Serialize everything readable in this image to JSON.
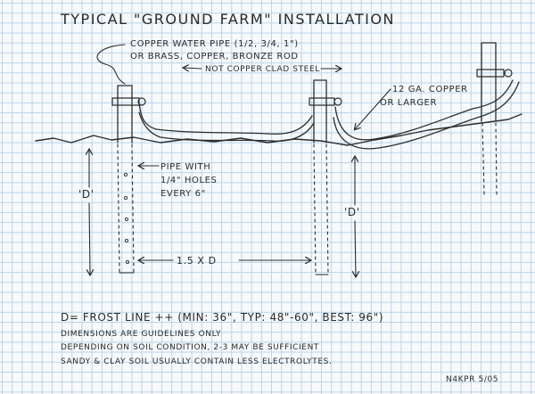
{
  "title": "TYPICAL \"GROUND FARM\" INSTALLATION",
  "labels": {
    "copper_pipe_line1": "COPPER WATER PIPE (1/2, 3/4, 1\")",
    "copper_pipe_line2": "OR BRASS, COPPER, BRONZE ROD",
    "not_clad": "NOT COPPER CLAD STEEL",
    "wire_line1": "12 GA. COPPER",
    "wire_line2": "OR LARGER",
    "pipe_holes_line1": "PIPE WITH",
    "pipe_holes_line2": "1/4\" HOLES",
    "pipe_holes_line3": "EVERY 6\"",
    "depth_left": "'D'",
    "depth_right": "'D'",
    "spacing": "1.5 X D"
  },
  "notes": {
    "line1": "D= FROST LINE ++ (MIN: 36\", TYP: 48\"-60\", BEST: 96\")",
    "line2": "DIMENSIONS ARE GUIDELINES ONLY",
    "line3": "DEPENDING ON SOIL CONDITION, 2-3 MAY BE SUFFICIENT",
    "line4": "SANDY & CLAY SOIL USUALLY CONTAIN LESS ELECTROLYTES."
  },
  "signature": "N4KPR 5/05",
  "colors": {
    "grid": "#b9d4ea",
    "pencil": "#2c2c2c",
    "paper": "#f7f9fb"
  }
}
